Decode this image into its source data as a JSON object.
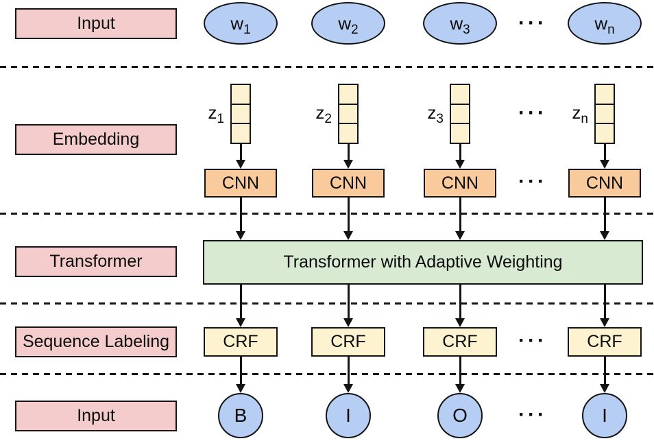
{
  "figure": {
    "type": "architecture-diagram",
    "stages": [
      {
        "label": "Input"
      },
      {
        "label": "Embedding"
      },
      {
        "label": "Transformer"
      },
      {
        "label": "Sequence Labeling"
      },
      {
        "label": "Input"
      }
    ],
    "transformer_box_label": "Transformer with Adaptive Weighting",
    "ellipsis": "···",
    "columns": [
      {
        "input": {
          "base": "w",
          "sub": "1"
        },
        "embedding": {
          "base": "z",
          "sub": "1"
        },
        "cnn_label": "CNN",
        "crf_label": "CRF",
        "output_label": "B"
      },
      {
        "input": {
          "base": "w",
          "sub": "2"
        },
        "embedding": {
          "base": "z",
          "sub": "2"
        },
        "cnn_label": "CNN",
        "crf_label": "CRF",
        "output_label": "I"
      },
      {
        "input": {
          "base": "w",
          "sub": "3"
        },
        "embedding": {
          "base": "z",
          "sub": "3"
        },
        "cnn_label": "CNN",
        "crf_label": "CRF",
        "output_label": "O"
      },
      {
        "input": {
          "base": "w",
          "sub": "n"
        },
        "embedding": {
          "base": "z",
          "sub": "n"
        },
        "cnn_label": "CNN",
        "crf_label": "CRF",
        "output_label": "I"
      }
    ],
    "colors": {
      "stage_label_fill": "#f4cccc",
      "input_node_fill": "#b6cdf4",
      "embedding_vector_fill": "#fdf2cf",
      "cnn_fill": "#f9cb9c",
      "transformer_fill": "#d9ead3",
      "crf_fill": "#fdf3d1",
      "outline": "#141414"
    }
  }
}
